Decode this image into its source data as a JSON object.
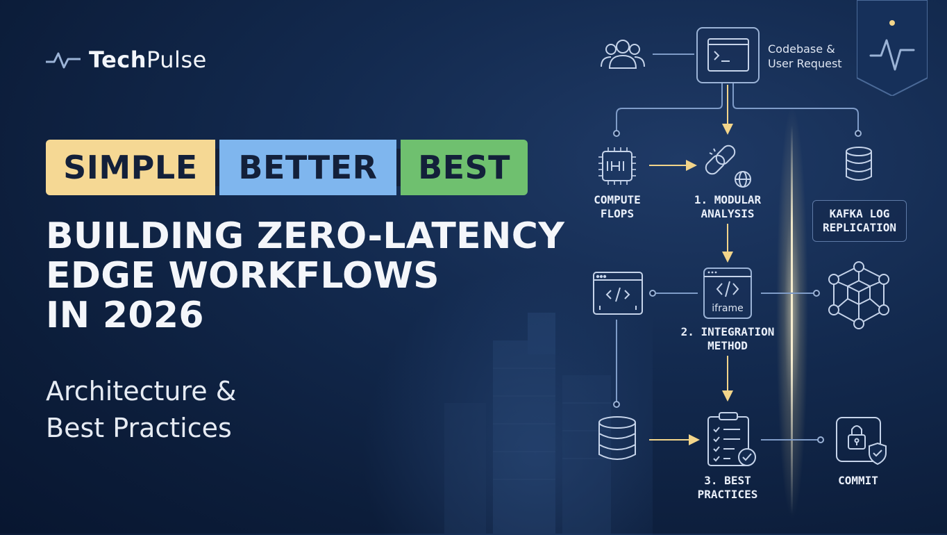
{
  "brand": {
    "name_bold": "Tech",
    "name_regular": "Pulse"
  },
  "tags": [
    "SIMPLE",
    "BETTER",
    "BEST"
  ],
  "headline": [
    "BUILDING ZERO-LATENCY",
    "EDGE WORKFLOWS",
    "IN 2026"
  ],
  "subtitle": [
    "Architecture &",
    "Best Practices"
  ],
  "diagram": {
    "input_label": [
      "Codebase &",
      "User Request"
    ],
    "compute": [
      "COMPUTE",
      "FLOPS"
    ],
    "step1": [
      "1. MODULAR",
      "ANALYSIS"
    ],
    "kafka": [
      "KAFKA LOG",
      "REPLICATION"
    ],
    "iframe_caption": "iframe",
    "step2": [
      "2. INTEGRATION",
      "METHOD"
    ],
    "step3": [
      "3. BEST",
      "PRACTICES"
    ],
    "commit": "COMMIT"
  },
  "colors": {
    "tag_simple": "#f5d894",
    "tag_better": "#7fb6ee",
    "tag_best": "#6fc06f",
    "line": "#7f9cc8",
    "arrow": "#f3d58a"
  }
}
